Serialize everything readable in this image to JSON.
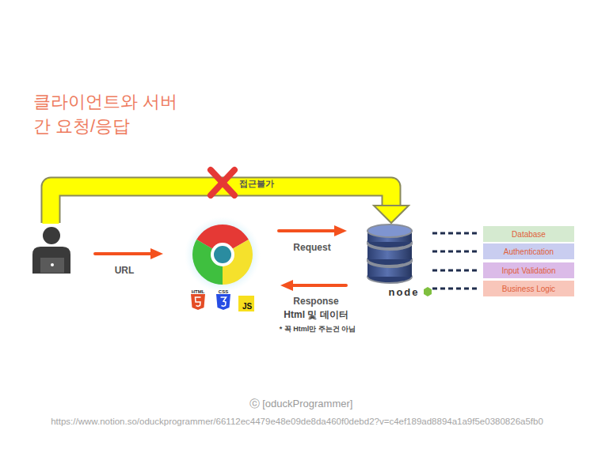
{
  "diagram": {
    "title": "클라이언트와 서버 간 요청/응답",
    "nodes": [
      {
        "text": [
          "Database"
        ]
      },
      {
        "text": [
          "Authentication"
        ]
      },
      {
        "text": [
          "Input Validation"
        ]
      },
      {
        "text": [
          "Business Logic"
        ]
      }
    ],
    "labels": [
      "접근불가",
      "URL",
      "Request",
      "Response",
      "Html 및 데이터",
      "* 꼭 Html만 주는건 아님",
      "HTML",
      "CSS",
      "JS",
      "node",
      "ⓒ [oduckProgrammer]",
      "https://www.notion.so/oduckprogrammer/66112ec4479e48e09de8da460f0debd2?v=c4ef189ad8894a1a9f5e0380826a5fb0"
    ]
  }
}
